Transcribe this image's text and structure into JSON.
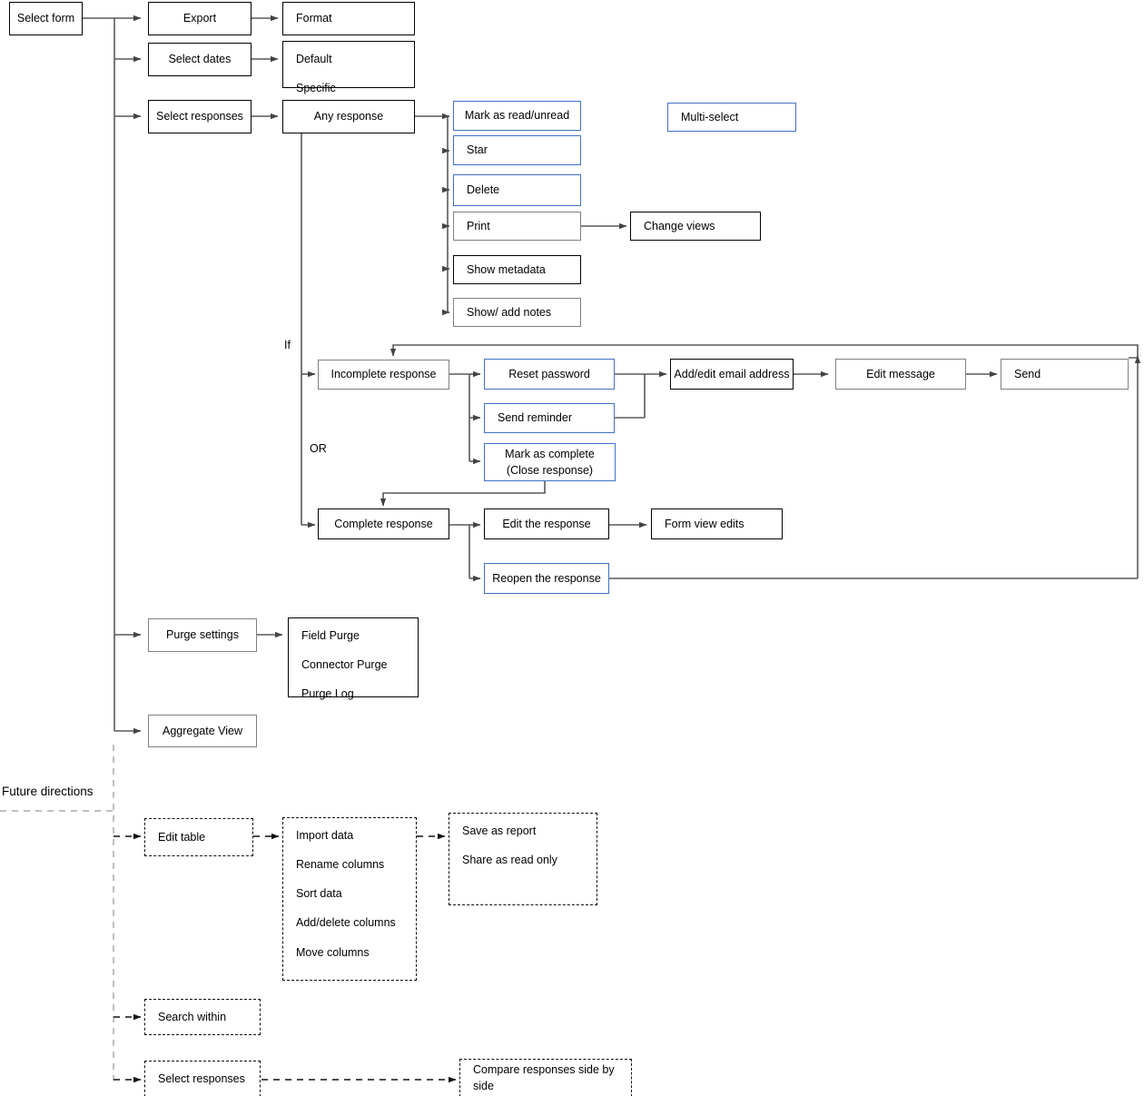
{
  "diagram": {
    "title_text": "Future directions",
    "labels": {
      "if": "If",
      "or": "OR"
    },
    "colors": {
      "blue_border": "#4371c4",
      "dark_border": "#000000",
      "gray_border": "#808080",
      "dashed_border": "#111111",
      "dashed_gray": "#888888",
      "background": "#ffffff",
      "text": "#000000"
    }
  },
  "nodes": {
    "select_form": "Select form",
    "export": "Export",
    "format": "Format",
    "select_dates": "Select dates",
    "default_specific": {
      "a": "Default",
      "b": "Specific"
    },
    "select_responses": "Select responses",
    "any_response": "Any response",
    "mark_read_unread": "Mark as read/unread",
    "star": "Star",
    "delete": "Delete",
    "print": "Print",
    "change_views": "Change views",
    "show_metadata": "Show metadata",
    "show_add_notes": "Show/ add notes",
    "multi_select": "Multi-select",
    "incomplete_response": "Incomplete response",
    "reset_password": "Reset password",
    "send_reminder": "Send reminder",
    "mark_as_complete": "Mark as complete\n(Close response)",
    "add_edit_email": "Add/edit email address",
    "edit_message": "Edit message",
    "send": "Send",
    "complete_response": "Complete response",
    "edit_the_response": "Edit the response",
    "form_view_edits": "Form view edits",
    "reopen_the_response": "Reopen the response",
    "purge_settings": "Purge settings",
    "purge_list": {
      "a": "Field Purge",
      "b": "Connector Purge",
      "c": "Purge Log"
    },
    "aggregate_view": "Aggregate View",
    "edit_table": "Edit table",
    "table_ops": {
      "a": "Import data",
      "b": "Rename columns",
      "c": "Sort data",
      "d": "Add/delete columns",
      "e": "Move columns"
    },
    "report_ops": {
      "a": "Save as report",
      "b": "Share as read only"
    },
    "search_within": "Search within",
    "select_responses_future": "Select responses",
    "compare_responses": "Compare responses side by side"
  }
}
